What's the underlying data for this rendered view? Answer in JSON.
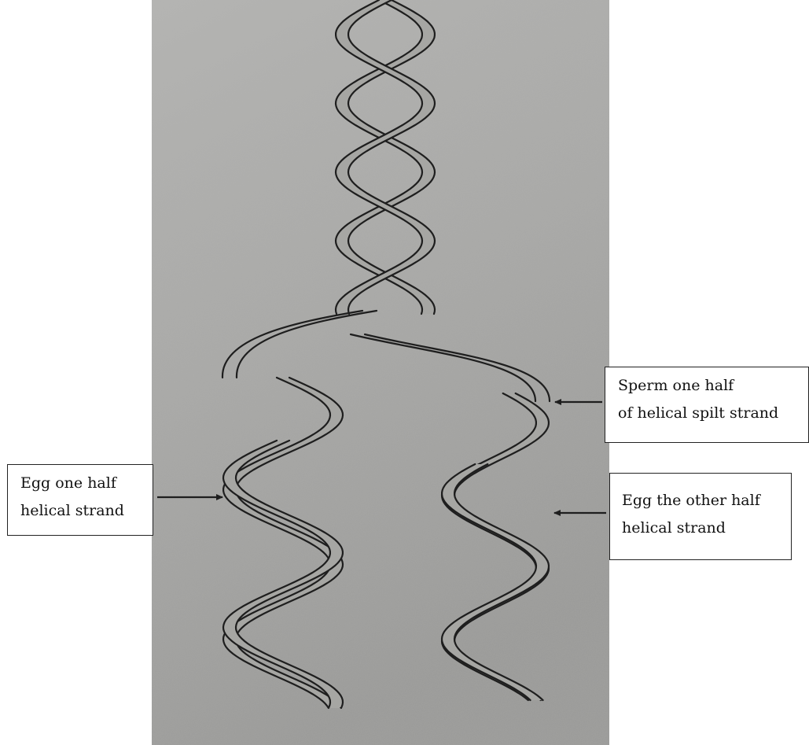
{
  "labels": {
    "sperm": [
      "Sperm one half",
      "of helical spilt strand"
    ],
    "egg_left": [
      "Egg one half",
      "helical strand"
    ],
    "egg_right": [
      "Egg the other half",
      "helical strand"
    ]
  },
  "colors": {
    "paper": "#a9a9a7",
    "strand_fill": "#a6a6a3",
    "ink": "#1e1e1e"
  }
}
